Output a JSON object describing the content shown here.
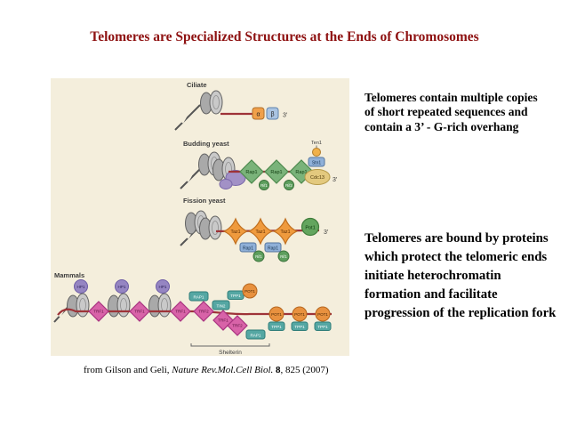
{
  "title": "Telomeres are Specialized Structures at the Ends of Chromosomes",
  "text_blocks": {
    "repeats": "Telomeres contain multiple copies of short repeated sequences and contain a 3’ - G-rich overhang",
    "proteins": "Telomeres are bound by proteins which protect the telomeric ends initiate heterochromatin formation and facilitate progression of the replication fork"
  },
  "citation": {
    "prefix": "from Gilson and Geli, ",
    "journal": "Nature Rev.Mol.Cell Biol.",
    "volume": " 8",
    "suffix": ", 825 (2007)"
  },
  "figure": {
    "ciliate": {
      "label": "Ciliate",
      "alpha": "α",
      "beta": "β",
      "end3": "3′"
    },
    "budding": {
      "label": "Budding yeast",
      "rap1": "Rap1",
      "rif1": "Rif1",
      "rif2": "Rif2",
      "ten1": "Ten1",
      "stn1": "Stn1",
      "cdc13": "Cdc13",
      "end3": "3′"
    },
    "fission": {
      "label": "Fission yeast",
      "taz1": "Taz1",
      "rap1": "Rap1",
      "rif1": "Rif1",
      "pot1": "Pot1",
      "end3": "3′"
    },
    "mammals": {
      "label": "Mammals",
      "hp1": "HP1",
      "trf1": "TRF1",
      "trf2": "TRF2",
      "rap1": "RAP1",
      "tin2": "TIN2",
      "tpp1": "TPP1",
      "pot1": "POT1",
      "shelterin": "Shelterin"
    }
  },
  "colors": {
    "title_text": "#8E1111",
    "body_text": "#000000",
    "figure_background": "#F4EEDC",
    "dna_red": "#9E3338",
    "nucleosome_grey": "#B9B9B9",
    "rap1_green": "#7AB37A",
    "taz1_orange": "#EF9A3D",
    "trf_pink": "#D863A8",
    "shelterin_teal": "#55A7A3",
    "pot1_orange": "#E8913F",
    "hp1_purple": "#9585C2"
  }
}
